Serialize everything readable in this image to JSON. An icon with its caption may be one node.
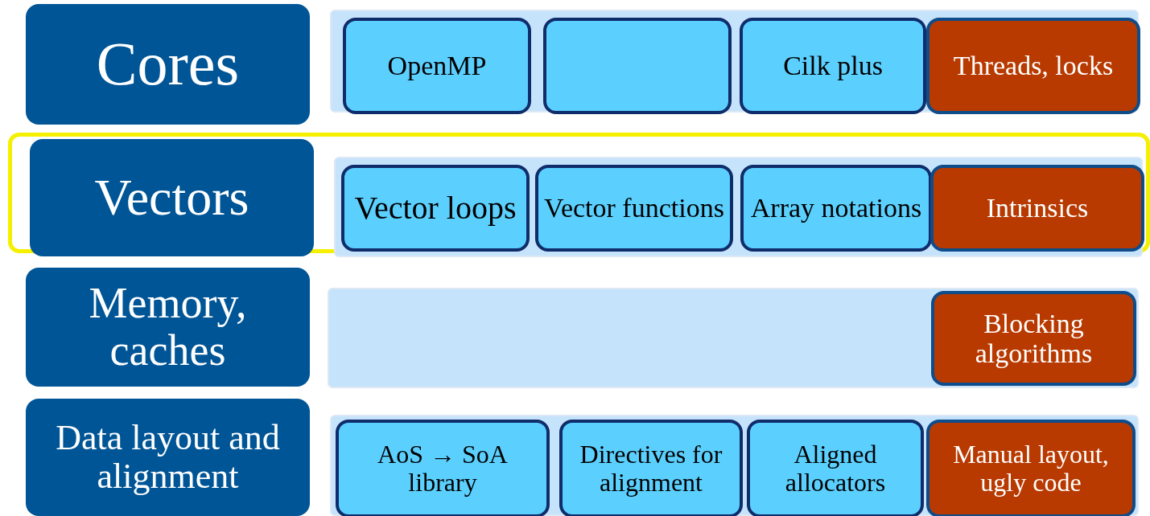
{
  "diagram": {
    "nodes": [
      {
        "text": [
          "Cores"
        ]
      },
      {
        "text": [],
        "shape": "bar"
      },
      {
        "text": [
          "OpenMP"
        ],
        "in": 1
      },
      {
        "text": [],
        "shape": "box",
        "in": 1
      },
      {
        "text": [
          "Cilk plus"
        ],
        "in": 1
      },
      {
        "text": [
          "Threads, locks"
        ],
        "in": 1
      },
      {
        "text": [],
        "shape": "box"
      },
      {
        "text": [
          "Vectors"
        ],
        "in": 6
      },
      {
        "text": [],
        "shape": "bar",
        "in": 6
      },
      {
        "text": [
          "Vector loops"
        ],
        "in": 8
      },
      {
        "text": [
          "Vector functions"
        ],
        "in": 8
      },
      {
        "text": [
          "Array notations"
        ],
        "in": 8
      },
      {
        "text": [
          "Intrinsics"
        ],
        "in": 8
      },
      {
        "text": [
          "Memory, caches"
        ]
      },
      {
        "text": [],
        "shape": "bar"
      },
      {
        "text": [
          "Blocking algorithms"
        ],
        "in": 14
      },
      {
        "text": [
          "Data layout and alignment"
        ]
      },
      {
        "text": [],
        "shape": "bar"
      },
      {
        "text": [
          "AoS → SoA library"
        ],
        "in": 17
      },
      {
        "text": [
          "Directives for alignment"
        ],
        "in": 17
      },
      {
        "text": [
          "Aligned allocators"
        ],
        "in": 17
      },
      {
        "text": [
          "Manual layout, ugly code"
        ],
        "in": 17
      }
    ]
  }
}
